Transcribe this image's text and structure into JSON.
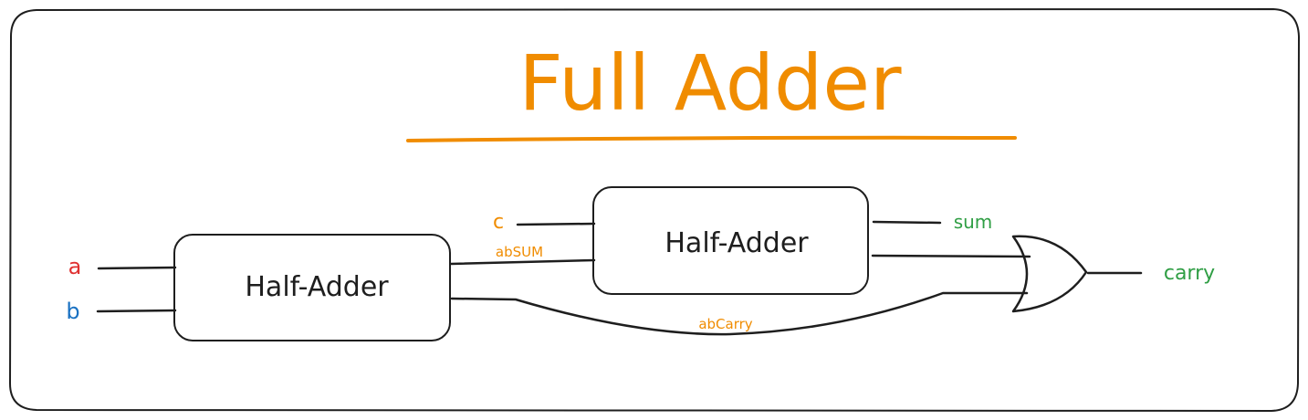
{
  "title": "Full Adder",
  "blocks": {
    "half_adder_1": "Half-Adder",
    "half_adder_2": "Half-Adder"
  },
  "inputs": {
    "a": "a",
    "b": "b",
    "c": "c"
  },
  "signals": {
    "ab_sum": "abSUM",
    "ab_carry": "abCarry"
  },
  "outputs": {
    "sum": "sum",
    "carry": "carry"
  },
  "colors": {
    "title": "#f08c00",
    "input_a": "#e03131",
    "input_b": "#1971c2",
    "input_c": "#f08c00",
    "signal": "#f08c00",
    "output": "#2f9e44",
    "stroke": "#1e1e1e"
  }
}
